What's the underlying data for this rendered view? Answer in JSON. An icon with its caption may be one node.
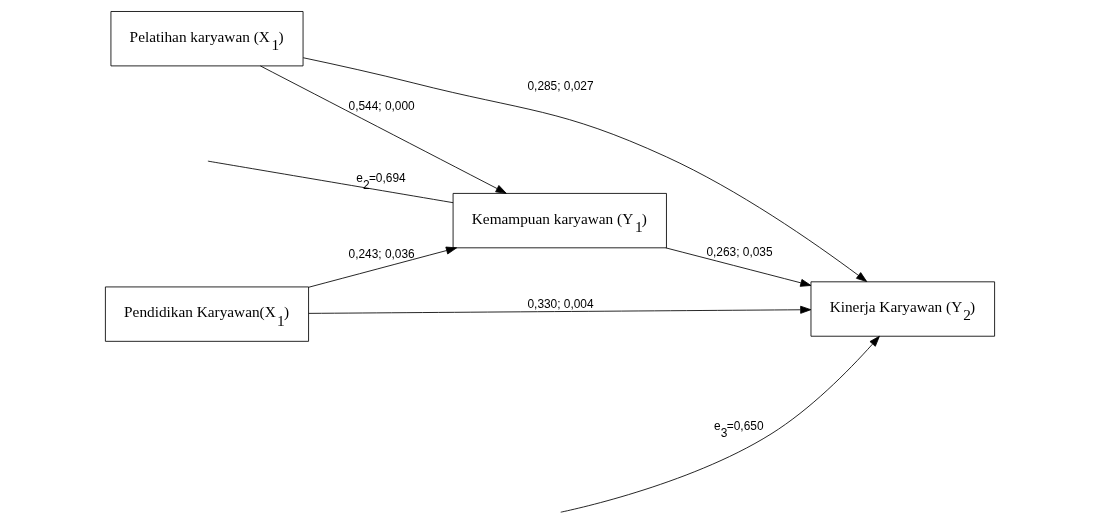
{
  "diagram": {
    "nodes": [
      {
        "text": [
          "Pendidikan Karyawan(X$_{1}$)"
        ]
      },
      {
        "text": [
          "Pelatihan karyawan (X$_{1}$)"
        ]
      },
      {
        "text": [
          "Kemampuan karyawan (Y$_{1}$)"
        ]
      },
      {
        "text": [
          "Kinerja Karyawan (Y$_{2}$)"
        ]
      }
    ],
    "edges": [
      {
        "from": 0,
        "to": 2,
        "arrow": "to",
        "label": "0,243; 0,036"
      },
      {
        "from": 0,
        "to": 3,
        "arrow": "to",
        "label": "0,330; 0,004"
      },
      {
        "from": 1,
        "to": 2,
        "arrow": "to",
        "label": "0,544; 0,000"
      },
      {
        "from": 1,
        "to": 3,
        "arrow": "to",
        "label": "0,285; 0,027"
      },
      {
        "from": 2,
        "to": 3,
        "arrow": "to",
        "label": "0,263; 0,035"
      },
      {
        "from": null,
        "to": 2,
        "arrow": "none",
        "label": "e$_{2}$=0,694"
      },
      {
        "from": null,
        "to": 3,
        "arrow": "to",
        "label": "e$_{3}$=0,650"
      }
    ]
  }
}
